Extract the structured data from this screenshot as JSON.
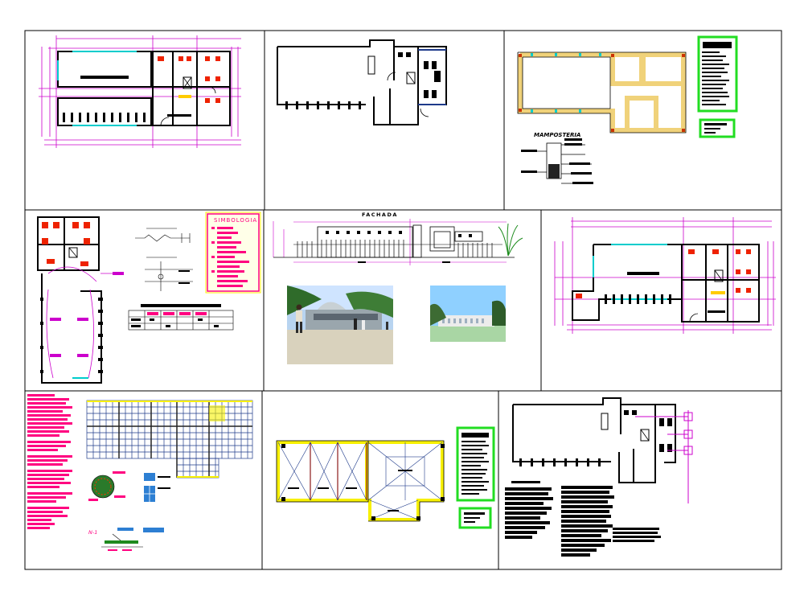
{
  "sheet": {
    "panels": [
      {
        "id": "floor-plan-dimensioned"
      },
      {
        "id": "floor-plan-walls"
      },
      {
        "id": "masonry-plan"
      },
      {
        "id": "electrical-plan"
      },
      {
        "id": "facade-and-renders"
      },
      {
        "id": "floor-plan-overview"
      },
      {
        "id": "structural-grid"
      },
      {
        "id": "roof-plan"
      },
      {
        "id": "plumbing-plan"
      }
    ],
    "labels": {
      "masonry": "MAMPOSTERIA",
      "symbology": "SIMBOLOGIA",
      "facade": "FACHADA",
      "section": "N-1"
    },
    "colors": {
      "wall": "#000000",
      "dimension": "#cc00cc",
      "opening": "#00cccc",
      "legend_frame": "#22dd22",
      "highlight": "#ff0080",
      "fixture_red": "#ee2200",
      "masonry_fill": "#f0d27a",
      "roof_yellow": "#f7f000",
      "grid_blue": "#1e3a8a",
      "sky_blue": "#8fd0ff"
    }
  }
}
